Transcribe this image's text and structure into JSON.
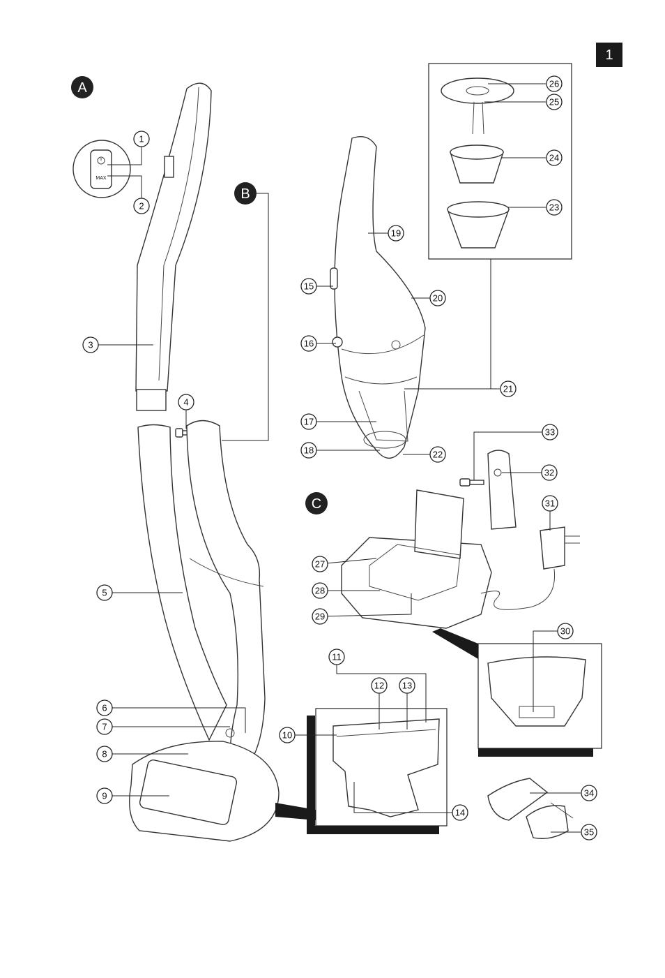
{
  "page_number": "1",
  "sections": {
    "a": "A",
    "b": "B",
    "c": "C"
  },
  "switch_label": {
    "max": "MAX"
  },
  "callouts": [
    "1",
    "2",
    "3",
    "4",
    "5",
    "6",
    "7",
    "8",
    "9",
    "10",
    "11",
    "12",
    "13",
    "14",
    "15",
    "16",
    "17",
    "18",
    "19",
    "20",
    "21",
    "22",
    "23",
    "24",
    "25",
    "26",
    "27",
    "28",
    "29",
    "30",
    "31",
    "32",
    "33",
    "34",
    "35"
  ],
  "colors": {
    "ink": "#222222",
    "page_badge": "#1a1a1a"
  }
}
